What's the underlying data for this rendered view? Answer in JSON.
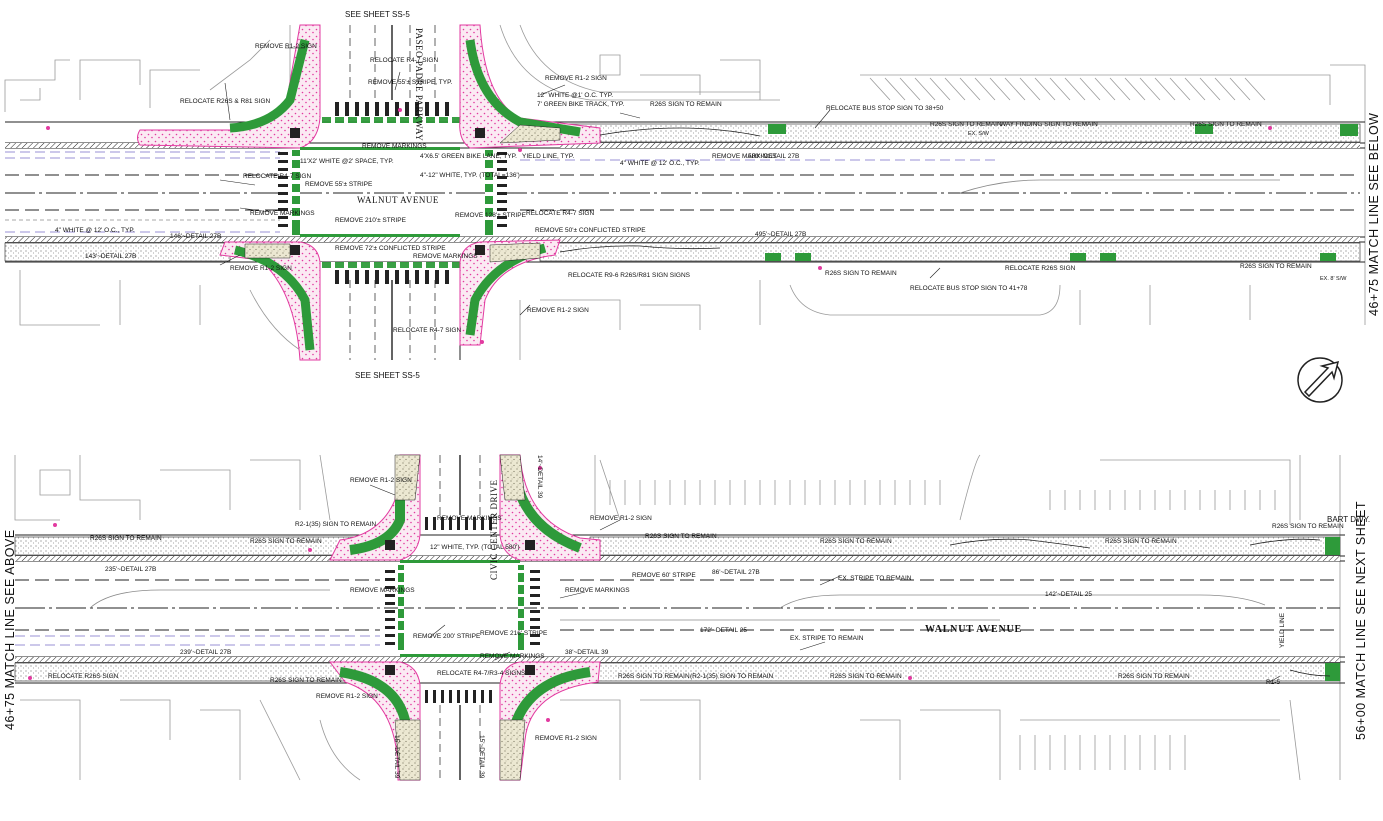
{
  "colors": {
    "green": "#2e9a3a",
    "pink": "#e23aa0",
    "stipple": "#d8d3b8",
    "line": "#222222",
    "light_line": "#8a8a8a",
    "purple_dash": "#7a6cc7"
  },
  "top_panel": {
    "see_sheet_top": "SEE SHEET SS-5",
    "see_sheet_bottom": "SEE SHEET SS-5",
    "cross_street": "PASEO PADRE PARKWAY",
    "main_street": "WALNUT AVENUE",
    "match_line_right": "46+75 MATCH LINE SEE BELOW",
    "notes": {
      "remove_r1_2_top": "REMOVE R1-2 SIGN",
      "relocate_r4_7_top": "RELOCATE R4-7 SIGN",
      "remove_55_stripe": "REMOVE 55'± STRIPE, TYP.",
      "remove_r1_2_right": "REMOVE R1-2 SIGN",
      "white_12_oc": "12\" WHITE @1' O.C. TYP.",
      "green_bike_track": "7' GREEN BIKE TRACK, TYP.",
      "r26s_remain_top": "R26S SIGN TO REMAIN",
      "relocate_bus_stop": "RELOCATE BUS STOP SIGN TO 38+50",
      "r26s_remain_2": "R26S SIGN TO REMAIN",
      "way_finding": "WAY FINDING SIGN TO REMAIN",
      "r26s_remain_3": "R26S SIGN TO REMAIN",
      "relocate_r26s": "RELOCATE R26S & R81 SIGN",
      "yield_line": "YIELD LINE, TYP.",
      "white_4_12oc": "4\" WHITE @ 12' O.C., TYP.",
      "remove_markings_1": "REMOVE MARKINGS",
      "detail_580": "580'~DETAIL 27B",
      "white_11x2": "11'X2' WHITE @2' SPACE, TYP.",
      "green_4x65": "4'X6.5' GREEN BIKE LANE, TYP.",
      "white_4_12": "4\"-12\" WHITE, TYP. (TOTAL=136')",
      "relocate_r4_7_left": "RELOCATE R4-7 SIGN",
      "remove_55_2": "REMOVE 55'± STRIPE",
      "remove_markings_2": "REMOVE MARKINGS",
      "remove_210": "REMOVE 210'± STRIPE",
      "remove_markings_3": "REMOVE MARKINGS",
      "remove_128": "REMOVE 128'± STRIPE",
      "relocate_r4_7_mid": "RELOCATE R4-7 SIGN",
      "white_4_12_left": "4\" WHITE @ 12' O.C., TYP.",
      "detail_146": "146'~DETAIL 27B",
      "detail_143": "143'~DETAIL 27B",
      "remove_r1_2_bl": "REMOVE R1-2 SIGN",
      "remove_72": "REMOVE 72'± CONFLICTED STRIPE",
      "remove_markings_4": "REMOVE MARKINGS",
      "remove_50": "REMOVE 50'± CONFLICTED STRIPE",
      "detail_495": "495'~DETAIL 27B",
      "relocate_r9_6": "RELOCATE R9-6 R26S/R81 SIGN SIGNS",
      "r26s_remain_bottom": "R26S SIGN TO REMAIN",
      "relocate_bus_stop_2": "RELOCATE BUS STOP SIGN TO 41+78",
      "relocate_r26s_2": "RELOCATE R26S SIGN",
      "r26s_remain_bottom_2": "R26S SIGN TO REMAIN",
      "remove_r1_2_bottom": "REMOVE R1-2 SIGN",
      "relocate_r4_7_bottom": "RELOCATE R4-7 SIGN",
      "ex_sw": "EX. S/W",
      "ex_8_sw": "EX. 8' S/W"
    }
  },
  "bottom_panel": {
    "cross_street": "CIVIC CENTER DRIVE",
    "main_street": "WALNUT AVENUE",
    "match_line_left": "46+75 MATCH LINE SEE ABOVE",
    "match_line_right": "56+00 MATCH LINE SEE NEXT SHEET",
    "driveway": "BART DWY.",
    "notes": {
      "remove_r1_2_tl": "REMOVE R1-2 SIGN",
      "r26s_remain_1": "R26S SIGN TO REMAIN",
      "r26s_remain_2": "R26S SIGN TO REMAIN",
      "r2_1_35": "R2-1(35) SIGN TO REMAIN",
      "detail_235": "235'~DETAIL 27B",
      "remove_markings_1": "REMOVE MARKINGS",
      "white_12_total": "12\" WHITE, TYP. (TOTAL 580')",
      "remove_markings_2": "REMOVE MARKINGS",
      "remove_r1_2_tr": "REMOVE R1-2 SIGN",
      "r26s_remain_3": "R26S SIGN TO REMAIN",
      "remove_60": "REMOVE 60' STRIPE",
      "detail_86": "86'~DETAIL 27B",
      "r26s_remain_4": "R26S SIGN TO REMAIN",
      "r26s_remain_5": "R26S SIGN TO REMAIN",
      "r26s_remain_6": "R26S SIGN TO REMAIN",
      "ex_stripe_remain_1": "EX. STRIPE TO REMAIN",
      "detail_142": "142'~DETAIL 25",
      "remove_markings_3": "REMOVE MARKINGS",
      "remove_200": "REMOVE 200' STRIPE",
      "remove_216": "REMOVE 216' STRIPE",
      "detail_172": "172'~DETAIL 25",
      "ex_stripe_remain_2": "EX. STRIPE TO REMAIN",
      "yield_line": "YIELD LINE",
      "detail_239": "239'~DETAIL 27B",
      "relocate_r26s": "RELOCATE R26S SIGN",
      "r26s_remain_7": "R26S SIGN TO REMAIN",
      "remove_r1_2_bl": "REMOVE R1-2 SIGN",
      "relocate_r4_7": "RELOCATE R4-7/R3-4 SIGNS",
      "remove_markings_4": "REMOVE MARKINGS",
      "detail_38": "38'~DETAIL 39",
      "r26s_remain_8": "R26S SIGN TO REMAIN",
      "r2_1_35_b": "(R2-1(35) SIGN TO REMAIN",
      "r26s_remain_9": "R26S SIGN TO REMAIN",
      "r26s_remain_10": "R26S SIGN TO REMAIN",
      "r1_5": "R1-5",
      "remove_r1_2_br": "REMOVE R1-2 SIGN",
      "detail_38_v": "15'~DETAIL 39",
      "detail_38_v2": "15'~DETAIL 39",
      "detail_14": "14'~DETAIL 39"
    }
  }
}
